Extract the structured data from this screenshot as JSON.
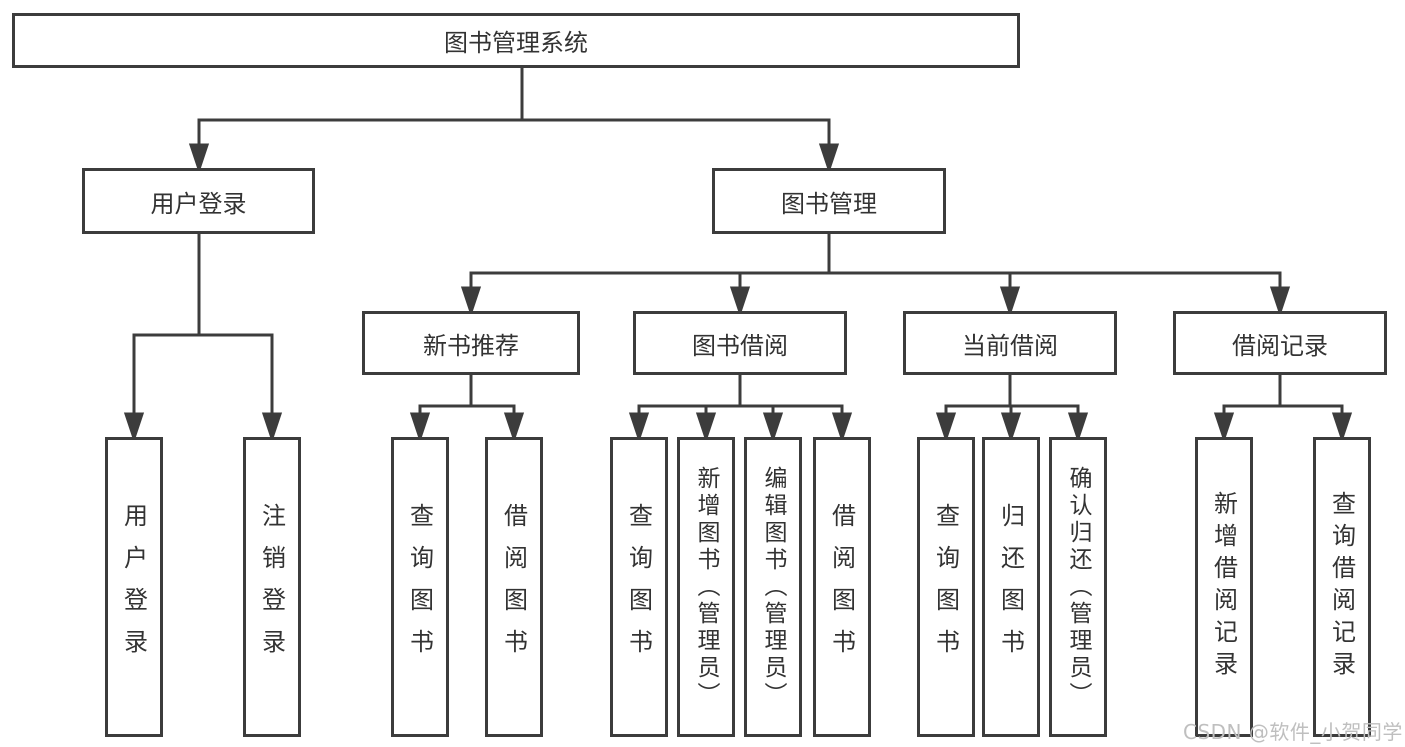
{
  "tree": {
    "root": "图书管理系统",
    "children": [
      {
        "label": "用户登录",
        "children": [
          "用户登录",
          "注销登录"
        ]
      },
      {
        "label": "图书管理",
        "children": [
          {
            "label": "新书推荐",
            "children": [
              "查询图书",
              "借阅图书"
            ]
          },
          {
            "label": "图书借阅",
            "children": [
              "查询图书",
              "新增图书（管理员）",
              "编辑图书（管理员）",
              "借阅图书"
            ]
          },
          {
            "label": "当前借阅",
            "children": [
              "查询图书",
              "归还图书",
              "确认归还（管理员）"
            ]
          },
          {
            "label": "借阅记录",
            "children": [
              "新增借阅记录",
              "查询借阅记录"
            ]
          }
        ]
      }
    ]
  },
  "watermark": {
    "text": "CSDN @软件_小贺同学",
    "color": "#bfbfbf"
  },
  "colors": {
    "line": "#3c3c3c",
    "box_border": "#3c3c3c",
    "text": "#333333",
    "background": "#ffffff"
  }
}
